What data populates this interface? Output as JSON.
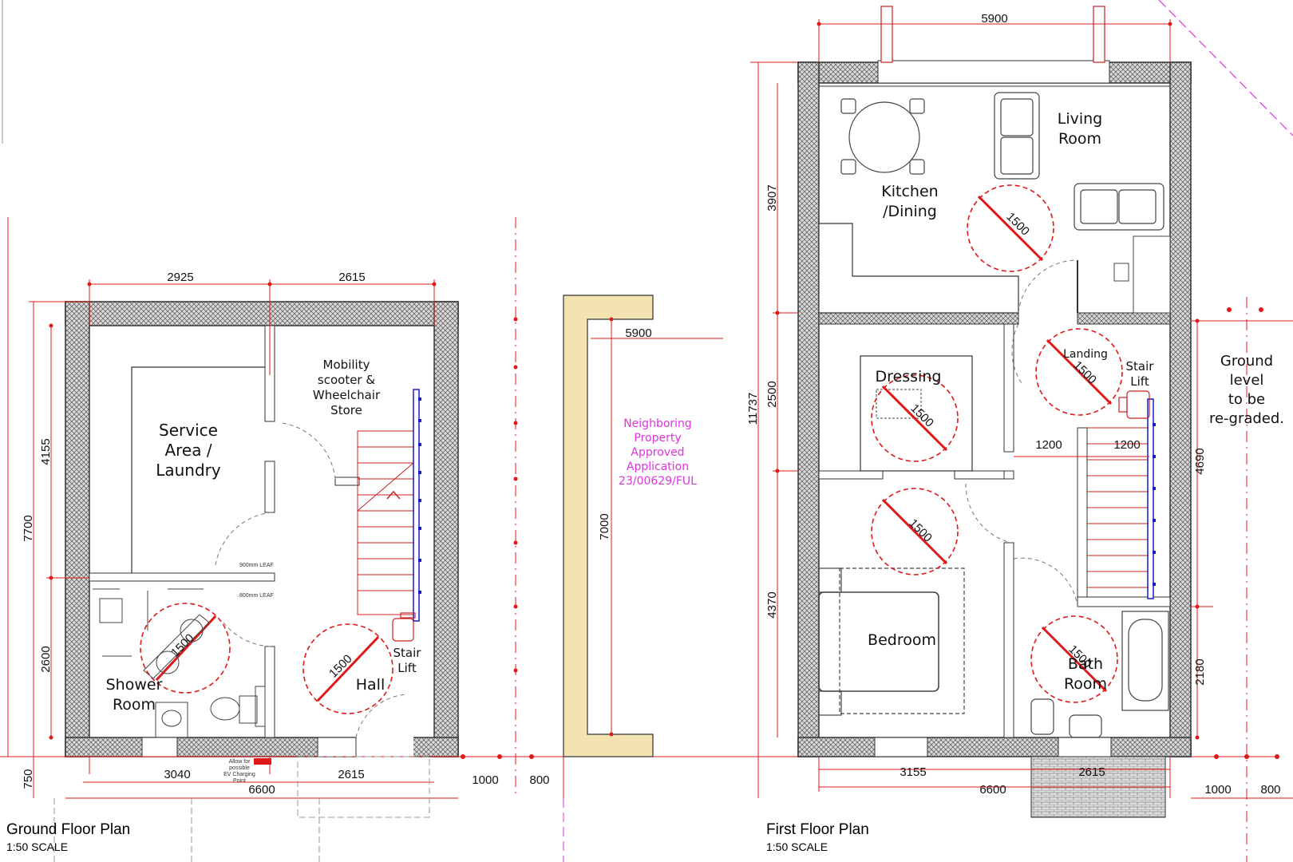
{
  "ground_plan": {
    "title": "Ground Floor Plan",
    "scale": "1:50 SCALE",
    "rooms": {
      "service_line1": "Service",
      "service_line2": "Area /",
      "service_line3": "Laundry",
      "mobility_line1": "Mobility",
      "mobility_line2": "scooter &",
      "mobility_line3": "Wheelchair",
      "mobility_line4": "Store",
      "shower_line1": "Shower",
      "shower_line2": "Room",
      "hall": "Hall",
      "stair_line1": "Stair",
      "stair_line2": "Lift"
    },
    "turning_circles": [
      "1500",
      "1500"
    ],
    "dims": {
      "top_left": "2925",
      "top_right": "2615",
      "left_upper": "4155",
      "left_overall": "7700",
      "left_lower": "2600",
      "bottom_left": "3040",
      "bottom_right": "2615",
      "bottom_overall": "6600",
      "front": "750",
      "side_gap1": "1000",
      "side_gap2": "800"
    },
    "ev_note_line1": "Allow for",
    "ev_note_line2": "possible",
    "ev_note_line3": "EV Charging",
    "ev_note_line4": "Point"
  },
  "neighbor": {
    "line1": "Neighboring",
    "line2": "Property",
    "line3": "Approved",
    "line4": "Application",
    "line5": "23/00629/FUL",
    "dim_width": "5900",
    "dim_depth": "7000"
  },
  "first_plan": {
    "title": "First Floor Plan",
    "scale": "1:50 SCALE",
    "rooms": {
      "living_line1": "Living",
      "living_line2": "Room",
      "kitchen_line1": "Kitchen",
      "kitchen_line2": "/Dining",
      "landing": "Landing",
      "stair_line1": "Stair",
      "stair_line2": "Lift",
      "dressing": "Dressing",
      "bedroom": "Bedroom",
      "bath_line1": "Bath",
      "bath_line2": "Room"
    },
    "turning_circles": [
      "1500",
      "1500",
      "1500",
      "1500",
      "1500"
    ],
    "ground_note_line1": "Ground",
    "ground_note_line2": "level",
    "ground_note_line3": "to be",
    "ground_note_line4": "re-graded.",
    "dims": {
      "top": "5900",
      "left_upper": "3907",
      "left_overall": "11737",
      "left_mid": "2500",
      "left_lower": "4370",
      "right_upper": "4690",
      "right_lower": "2180",
      "landing_left": "1200",
      "landing_right": "1200",
      "bottom_left": "3155",
      "bottom_right": "2615",
      "bottom_overall": "6600",
      "side_gap1": "1000",
      "side_gap2": "800"
    }
  },
  "colors": {
    "wall_fill": "#d9d9d9",
    "dim_red": "#e01818",
    "stair_lift_blue": "#1a1acc",
    "neighbor_fill": "#f2e3b0",
    "annotation_pink": "#e033e0"
  }
}
